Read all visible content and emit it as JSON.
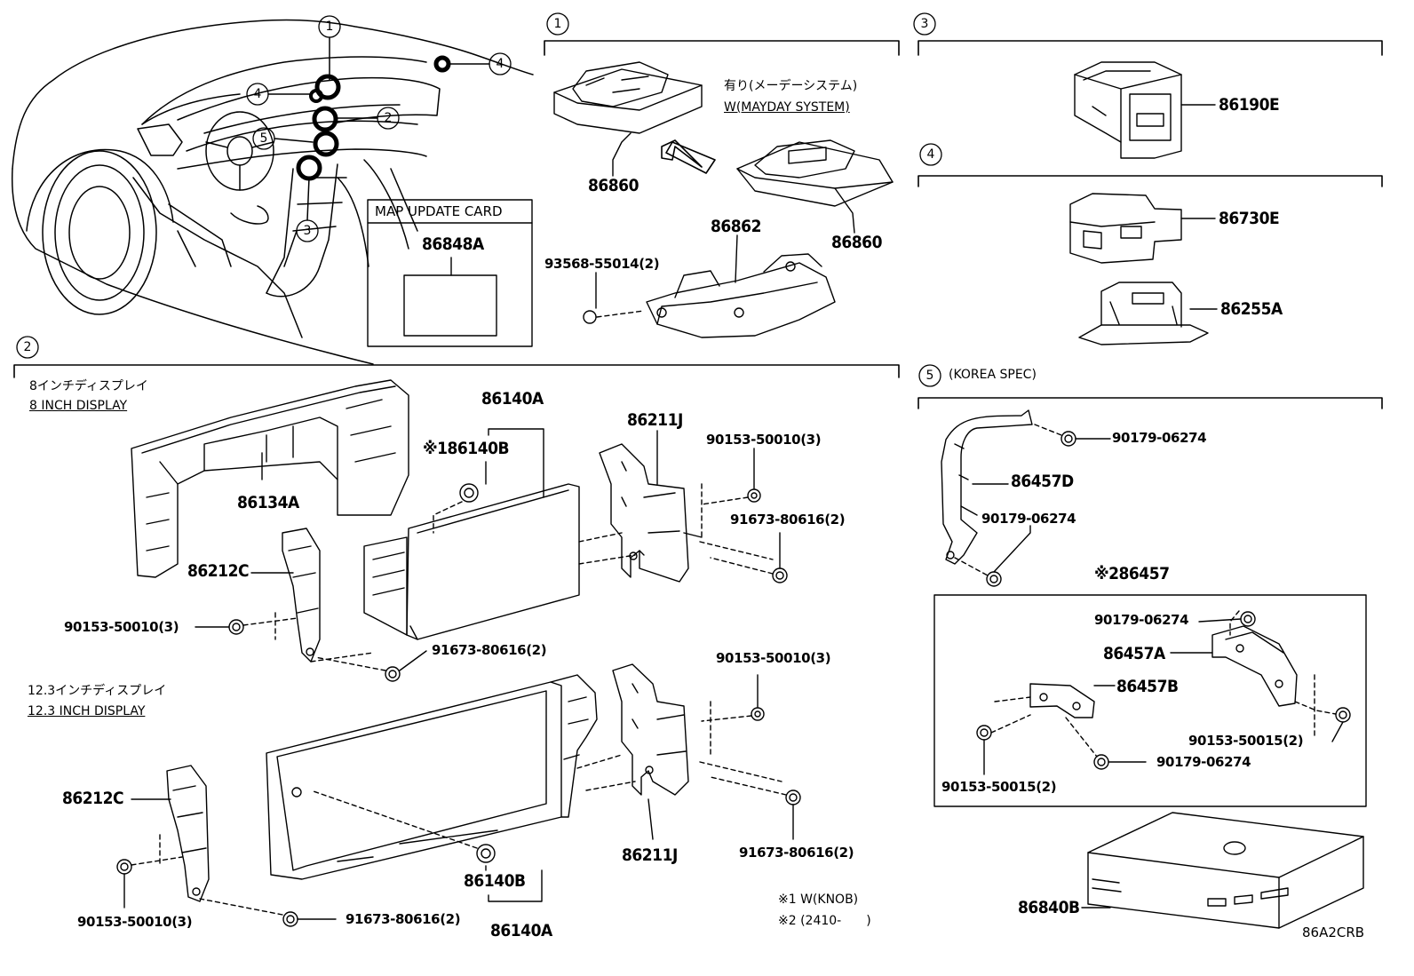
{
  "callouts": {
    "c1_overview": "1",
    "c2_overview": "2",
    "c3_overview": "3",
    "c4_overview_a": "4",
    "c4_overview_b": "4",
    "c5_overview": "5",
    "sec1": "1",
    "sec2": "2",
    "sec3": "3",
    "sec4": "4",
    "sec5": "5"
  },
  "map_update_card": {
    "title": "MAP UPDATE CARD",
    "part": "86848A"
  },
  "section1": {
    "note_jp": "有り(メーデーシステム)",
    "note_en": "W(MAYDAY SYSTEM)",
    "part_a": "86860",
    "part_b": "86860",
    "part_c": "86862",
    "screw": "93568-55014(2)"
  },
  "section3": {
    "part": "86190E"
  },
  "section4": {
    "part_a": "86730E",
    "part_b": "86255A"
  },
  "section5": {
    "title": "(KOREA SPEC)",
    "bracket": "86457D",
    "nut_top": "90179-06274",
    "nut_mid": "90179-06274",
    "assy": "※286457",
    "box_nut_top": "90179-06274",
    "box_a": "86457A",
    "box_b": "86457B",
    "box_bolt_right": "90153-50015(2)",
    "box_nut_bottom": "90179-06274",
    "box_bolt_left": "90153-50015(2)",
    "module": "86840B"
  },
  "section2": {
    "display8_jp": "8インチディスプレイ",
    "display8_en": "8 INCH DISPLAY",
    "display12_jp": "12.3インチディスプレイ",
    "display12_en": "12.3 INCH DISPLAY",
    "frame": "86134A",
    "display_top": "86140A",
    "knob_top": "※186140B",
    "bracket_r_top": "86211J",
    "bolt_top_r": "90153-50010(3)",
    "screw_top_r": "91673-80616(2)",
    "bracket_l_top": "86212C",
    "bolt_top_l": "90153-50010(3)",
    "screw_top_l": "91673-80616(2)",
    "bolt_bot_r": "90153-50010(3)",
    "bracket_r_bot": "86211J",
    "screw_bot_r": "91673-80616(2)",
    "bracket_l_bot": "86212C",
    "bolt_bot_l": "90153-50010(3)",
    "screw_bot_l": "91673-80616(2)",
    "knob_bot": "86140B",
    "display_bot": "86140A"
  },
  "footnotes": {
    "note1": "※1 W(KNOB)",
    "note2": "※2 (2410-　　)"
  },
  "diagram_code": "86A2CRB"
}
